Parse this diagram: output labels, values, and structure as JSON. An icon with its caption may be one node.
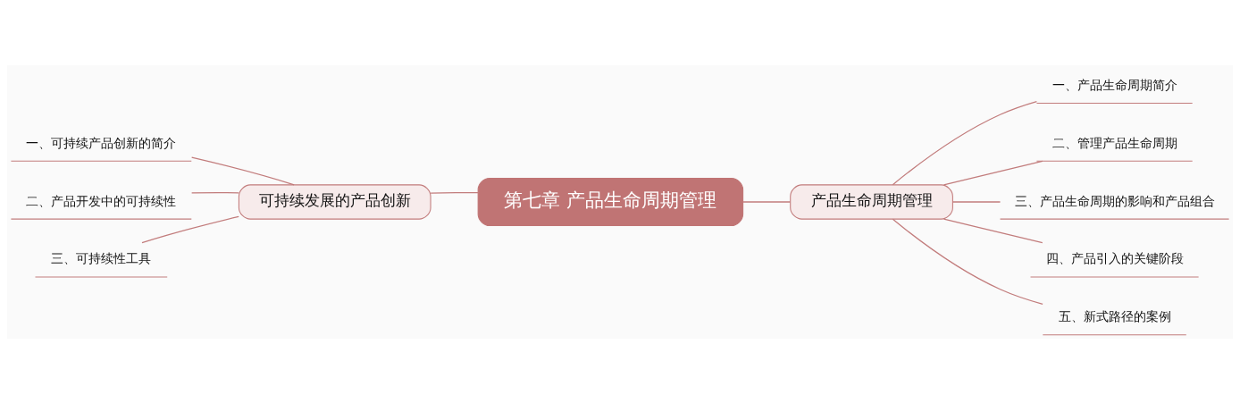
{
  "diagram": {
    "nodes": [
      {
        "text": [
          "第七章 产品生命周期管理"
        ]
      },
      {
        "text": [
          "可持续发展的产品创新"
        ]
      },
      {
        "text": [
          "一、可持续产品创新的简介"
        ]
      },
      {
        "text": [
          "二、产品开发中的可持续性"
        ]
      },
      {
        "text": [
          "三、可持续性工具"
        ]
      },
      {
        "text": [
          "产品生命周期管理"
        ]
      },
      {
        "text": [
          "一、产品生命周期简介"
        ]
      },
      {
        "text": [
          "二、管理产品生命周期"
        ]
      },
      {
        "text": [
          "三、产品生命周期的影响和产品组合"
        ]
      },
      {
        "text": [
          "四、产品引入的关键阶段"
        ]
      },
      {
        "text": [
          "五、新式路径的案例"
        ]
      }
    ],
    "edges": [
      {
        "from": 0,
        "to": 1,
        "arrow": "none"
      },
      {
        "from": 0,
        "to": 5,
        "arrow": "none"
      },
      {
        "from": 1,
        "to": 2,
        "arrow": "none"
      },
      {
        "from": 1,
        "to": 3,
        "arrow": "none"
      },
      {
        "from": 1,
        "to": 4,
        "arrow": "none"
      },
      {
        "from": 5,
        "to": 6,
        "arrow": "none"
      },
      {
        "from": 5,
        "to": 7,
        "arrow": "none"
      },
      {
        "from": 5,
        "to": 8,
        "arrow": "none"
      },
      {
        "from": 5,
        "to": 9,
        "arrow": "none"
      },
      {
        "from": 5,
        "to": 10,
        "arrow": "none"
      }
    ]
  }
}
